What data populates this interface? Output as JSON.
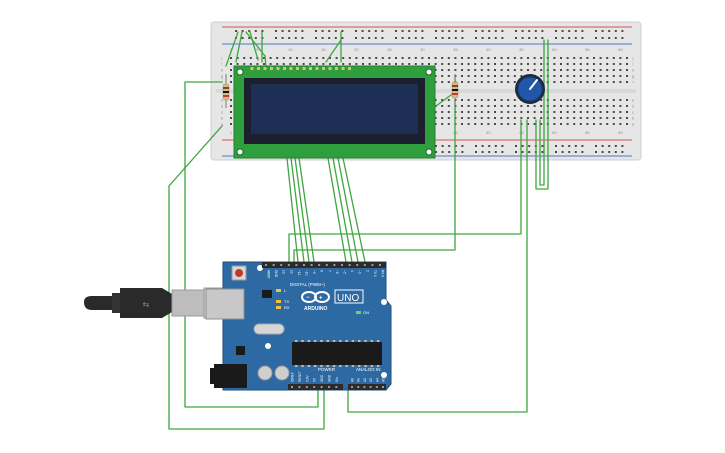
{
  "colors": {
    "wire": "#3da63f",
    "breadboard": "#e6e6e6",
    "breadboard_edge": "#cfcfcf",
    "hole": "#4a4a4a",
    "rail_red": "#d9534f",
    "rail_blue": "#4a79c9",
    "lcd_pcb": "#2f9e3c",
    "lcd_bezel": "#1b1f2e",
    "lcd_screen": "#1e2f55",
    "arduino_board": "#2d6aa3",
    "arduino_dark": "#1e4f80",
    "header": "#2b2b2b",
    "usb_body": "#bdbdbd",
    "cable": "#2a2a2a",
    "pot_knob": "#2256a8",
    "resistor": "#d9b98a"
  },
  "icons": {
    "arduino_logo": "infinity-icon",
    "usb_plug": "usb-plug-icon",
    "reset": "reset-button-icon"
  },
  "arduino": {
    "brand": "ARDUINO",
    "model": "UNO",
    "digital_label": "DIGITAL (PWM~)",
    "analog_label": "ANALOG IN",
    "power_label": "POWER",
    "l_label": "L",
    "tx_label": "TX",
    "rx_label": "RX",
    "on_label": "ON",
    "digital_pins": [
      "AREF",
      "GND",
      "13",
      "12",
      "~11",
      "~10",
      "~9",
      "8",
      "7",
      "~6",
      "~5",
      "4",
      "~3",
      "2",
      "TX 1",
      "RX 0"
    ],
    "power_pins": [
      "IOREF",
      "RESET",
      "3.3V",
      "5V",
      "GND",
      "GND",
      "Vin"
    ],
    "analog_pins": [
      "A0",
      "A1",
      "A2",
      "A3",
      "A4",
      "A5"
    ]
  },
  "breadboard": {
    "row_letters_top": [
      "j",
      "i",
      "h",
      "g",
      "f"
    ],
    "row_letters_bottom": [
      "e",
      "d",
      "c",
      "b",
      "a"
    ],
    "col_numbers": [
      "1",
      "5",
      "10",
      "15",
      "20",
      "25",
      "30",
      "35",
      "40",
      "45",
      "50",
      "55",
      "60"
    ]
  }
}
